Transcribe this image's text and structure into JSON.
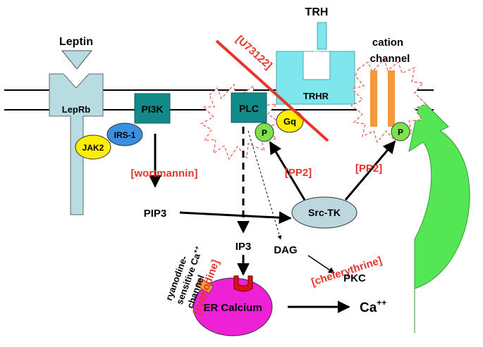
{
  "labels": {
    "leptin": "Leptin",
    "leprb": "LepRb",
    "pi3k": "PI3K",
    "plc": "PLC",
    "trh": "TRH",
    "trhr": "TRHR",
    "cation_channel_line1": "cation",
    "cation_channel_line2": "channel",
    "jak2": "JAK2",
    "irs1": "IRS-1",
    "p": "P",
    "gq": "Gq",
    "pip3": "PIP3",
    "src_tk": "Src-TK",
    "ip3": "IP3",
    "dag": "DAG",
    "pkc": "PKC",
    "er_calcium": "ER Calcium",
    "ca": "Ca",
    "ca_superscript": "++",
    "ryanodine_channel_line1": "ryanodine-",
    "ryanodine_channel_line2": "sensitive Ca",
    "ryanodine_channel_sup": "++",
    "ryanodine_channel_line3": "channel"
  },
  "inhibitors": {
    "u73122": "[U73122]",
    "wortmannin": "[wortmannin]",
    "pp2_left": "[PP2]",
    "pp2_right": "[PP2]",
    "ryanodine": "[ryanodine]",
    "chelerythrine": "[chelerythrine]"
  },
  "colors": {
    "receptor_lightblue": "#b7dde3",
    "pi3k_teal": "#138a8a",
    "trh_cyan": "#7fe6ee",
    "jak2_yellow": "#ffee00",
    "irs1_blue": "#3b8fe0",
    "p_green": "#7de34d",
    "channel_orange": "#f59a3c",
    "er_magenta": "#ee21d6",
    "src_grey": "#bcd8de",
    "inhibitor_red": "#e8352c",
    "arrow_green": "#55e655"
  }
}
